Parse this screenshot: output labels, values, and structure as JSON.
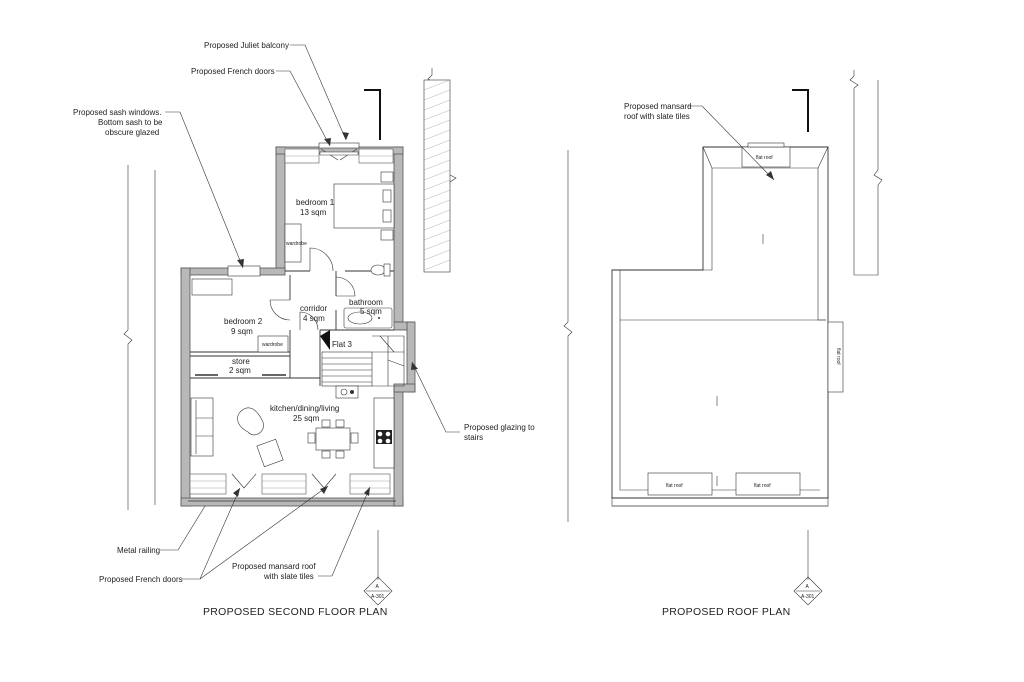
{
  "annotations": {
    "juliet_balcony": "Proposed Juliet balcony",
    "french_doors_top": "Proposed French doors",
    "sash_line1": "Proposed sash windows.",
    "sash_line2": "Bottom sash to be",
    "sash_line3": "obscure glazed",
    "roof_line1": "Proposed mansard",
    "roof_line2": "roof with slate tiles",
    "glazing_line1": "Proposed glazing to",
    "glazing_line2": "stairs",
    "metal_railing": "Metal railing",
    "french_doors_bottom": "Proposed French doors",
    "mansard_line1": "Proposed mansard roof",
    "mansard_line2": "with slate tiles"
  },
  "rooms": {
    "bedroom1_name": "bedroom 1",
    "bedroom1_area": "13 sqm",
    "bedroom2_name": "bedroom 2",
    "bedroom2_area": "9 sqm",
    "corridor_name": "corridor",
    "corridor_area": "4 sqm",
    "bathroom_name": "bathroom",
    "bathroom_area": "5 sqm",
    "store_name": "store",
    "store_area": "2 sqm",
    "kitchen_name": "kitchen/dining/living",
    "kitchen_area": "25 sqm",
    "flat_label": "Flat 3",
    "wardrobe1": "wardrobe",
    "wardrobe2": "wardrobe"
  },
  "roof": {
    "flat_roof_top": "flat roof",
    "flat_roof_right": "flat roof",
    "flat_roof_bottom_left": "flat roof",
    "flat_roof_bottom_right": "flat roof"
  },
  "section_marker": {
    "letter": "A",
    "ref": "A-301"
  },
  "titles": {
    "second_floor": "PROPOSED SECOND FLOOR PLAN",
    "roof_plan": "PROPOSED ROOF PLAN"
  }
}
